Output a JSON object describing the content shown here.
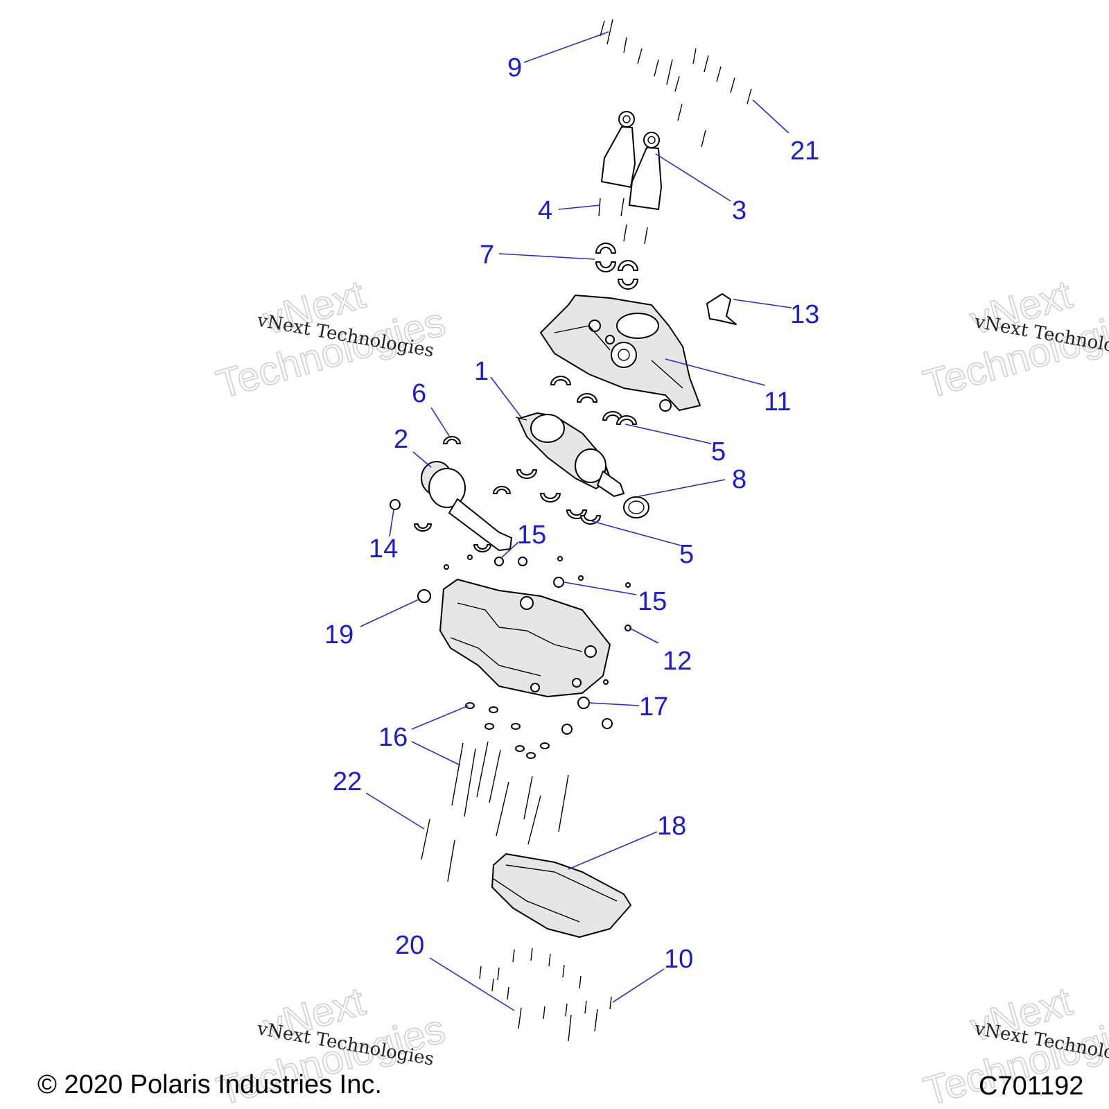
{
  "callouts": [
    {
      "id": "9",
      "text": "9"
    },
    {
      "id": "21",
      "text": "21"
    },
    {
      "id": "4",
      "text": "4"
    },
    {
      "id": "3",
      "text": "3"
    },
    {
      "id": "7",
      "text": "7"
    },
    {
      "id": "13",
      "text": "13"
    },
    {
      "id": "11",
      "text": "11"
    },
    {
      "id": "1",
      "text": "1"
    },
    {
      "id": "6",
      "text": "6"
    },
    {
      "id": "2",
      "text": "2"
    },
    {
      "id": "5a",
      "text": "5"
    },
    {
      "id": "8",
      "text": "8"
    },
    {
      "id": "14",
      "text": "14"
    },
    {
      "id": "15a",
      "text": "15"
    },
    {
      "id": "5b",
      "text": "5"
    },
    {
      "id": "15b",
      "text": "15"
    },
    {
      "id": "19",
      "text": "19"
    },
    {
      "id": "12",
      "text": "12"
    },
    {
      "id": "17",
      "text": "17"
    },
    {
      "id": "16",
      "text": "16"
    },
    {
      "id": "22",
      "text": "22"
    },
    {
      "id": "18",
      "text": "18"
    },
    {
      "id": "20",
      "text": "20"
    },
    {
      "id": "10",
      "text": "10"
    }
  ],
  "watermark": {
    "big_line1": "vNext",
    "big_line2": "Technologies",
    "small": "vNext Technologies"
  },
  "footer": {
    "copyright": "© 2020 Polaris Industries Inc.",
    "diagram_code": "C701192"
  }
}
